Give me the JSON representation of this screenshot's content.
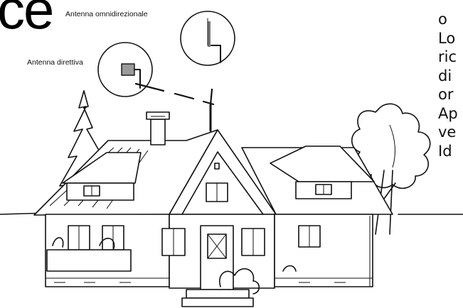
{
  "header": {
    "partial_letter": "ce"
  },
  "labels": {
    "omni": "Antenna  omnidirezionale",
    "directional": "Antenna direttiva"
  },
  "side_text": {
    "lines": [
      "o",
      "Lo",
      "ric",
      "di",
      "or",
      "Ap",
      "ve",
      "Id"
    ]
  },
  "icons": [
    "house-drawing",
    "directional-antenna-icon",
    "omnidirectional-antenna-icon",
    "tree-icon"
  ]
}
